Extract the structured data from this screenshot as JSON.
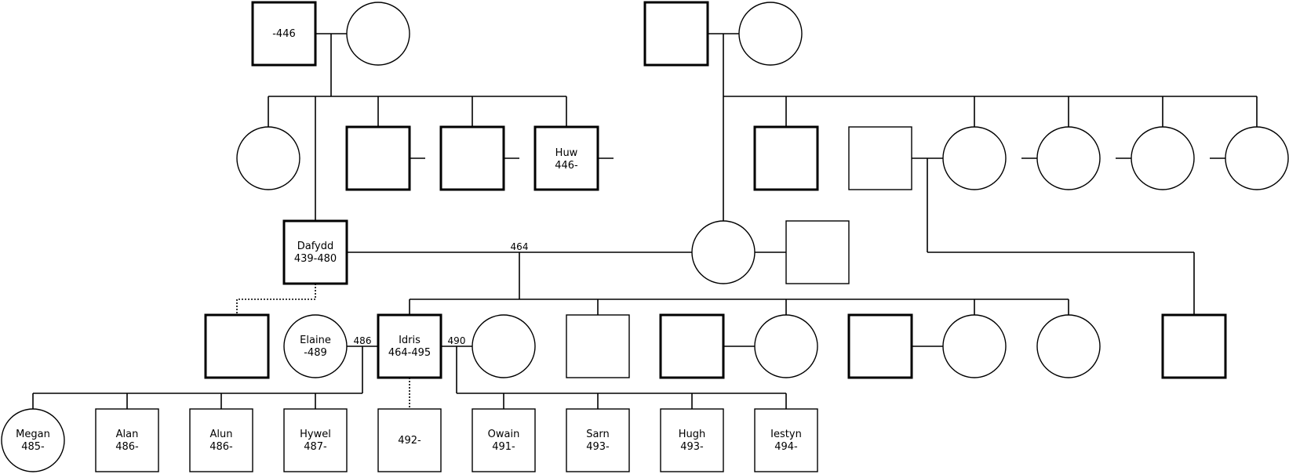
{
  "colors": {
    "affected": "#a6a6a6",
    "unaffected": "#ffffff",
    "line": "#000000"
  },
  "people": {
    "gp1_father": {
      "line1": "-446",
      "line2": ""
    },
    "huw": {
      "line1": "Huw",
      "line2": "446-"
    },
    "dafydd": {
      "line1": "Dafydd",
      "line2": "439-480"
    },
    "elaine": {
      "line1": "Elaine",
      "line2": "-489"
    },
    "idris": {
      "line1": "Idris",
      "line2": "464-495"
    },
    "megan": {
      "line1": "Megan",
      "line2": "485-"
    },
    "alan": {
      "line1": "Alan",
      "line2": "486-"
    },
    "alun": {
      "line1": "Alun",
      "line2": "486-"
    },
    "hywel": {
      "line1": "Hywel",
      "line2": "487-"
    },
    "c492": {
      "line1": "492-",
      "line2": ""
    },
    "owain": {
      "line1": "Owain",
      "line2": "491-"
    },
    "sarn": {
      "line1": "Sarn",
      "line2": "493-"
    },
    "hugh": {
      "line1": "Hugh",
      "line2": "493-"
    },
    "iestyn": {
      "line1": "Iestyn",
      "line2": "494-"
    }
  },
  "marriages": {
    "m464": "464",
    "m486": "486",
    "m490": "490"
  }
}
